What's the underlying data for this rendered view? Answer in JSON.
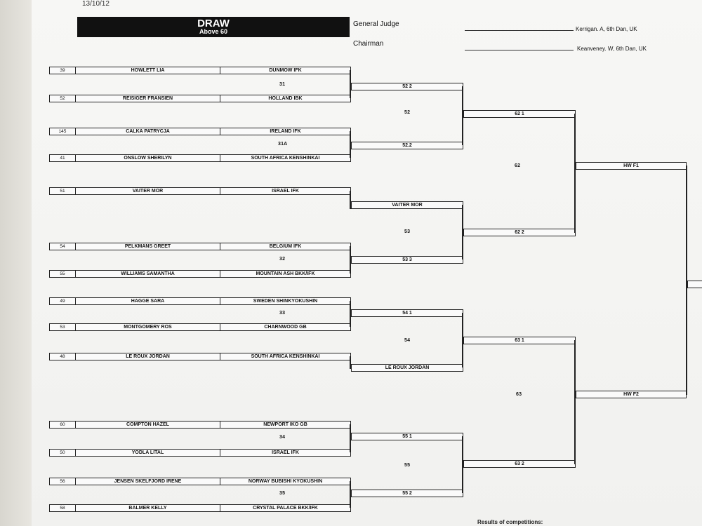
{
  "header": {
    "date": "13/10/12",
    "title": "DRAW",
    "subtitle": "Above 60"
  },
  "officials": {
    "judge_label": "General Judge",
    "judge_name": "Kerrigan. A, 6th Dan, UK",
    "chair_label": "Chairman",
    "chair_name": "Keanveney. W, 6th Dan, UK"
  },
  "entries": [
    {
      "num": "39",
      "name": "HOWLETT LIA",
      "club": "DUNMOW IFK"
    },
    {
      "num": "52",
      "name": "REISIGER FRANSIEN",
      "club": "HOLLAND IBK"
    },
    {
      "num": "145",
      "name": "CALKA PATRYCJA",
      "club": "IRELAND IFK"
    },
    {
      "num": "41",
      "name": "ONSLOW SHERILYN",
      "club": "SOUTH AFRICA KENSHINKAI"
    },
    {
      "num": "51",
      "name": "VAITER MOR",
      "club": "ISRAEL IFK"
    },
    {
      "num": "54",
      "name": "PELKMANS GREET",
      "club": "BELGIUM IFK"
    },
    {
      "num": "55",
      "name": "WILLIAMS SAMANTHA",
      "club": "MOUNTAIN ASH BKK/IFK"
    },
    {
      "num": "49",
      "name": "HAGGE SARA",
      "club": "SWEDEN SHINKYOKUSHIN"
    },
    {
      "num": "53",
      "name": "MONTGOMERY ROS",
      "club": "CHARNWOOD GB"
    },
    {
      "num": "48",
      "name": "LE ROUX JORDAN",
      "club": "SOUTH AFRICA KENSHINKAI"
    },
    {
      "num": "60",
      "name": "COMPTON HAZEL",
      "club": "NEWPORT IKO GB"
    },
    {
      "num": "50",
      "name": "YODLA LITAL",
      "club": "ISRAEL IFK"
    },
    {
      "num": "56",
      "name": "JENSEN SKELFJORD IRENE",
      "club": "NORWAY BUBISHI KYOKUSHIN"
    },
    {
      "num": "58",
      "name": "BALMER KELLY",
      "club": "CRYSTAL PALACE BKK/IFK"
    }
  ],
  "match_labels": {
    "m31": "31",
    "m31a": "31A",
    "m32": "32",
    "m33": "33",
    "m34": "34",
    "m35": "35",
    "m52": "52",
    "m53": "53",
    "m54": "54",
    "m55": "55",
    "m62": "62",
    "m63": "63"
  },
  "round2": {
    "r52_2a": "52 2",
    "r52_2b": "52.2",
    "vaiter": "VAITER MOR",
    "r53_3": "53 3",
    "r54_1": "54 1",
    "leroux": "LE ROUX JORDAN",
    "r55_1": "55 1",
    "r55_2": "55 2"
  },
  "round3": {
    "r62_1": "62 1",
    "r62_2": "62 2",
    "r63_1": "63 1",
    "r63_2": "63 2"
  },
  "round4": {
    "hwf1": "HW F1",
    "hwf2": "HW F2"
  },
  "footer": "Results of competitions:"
}
